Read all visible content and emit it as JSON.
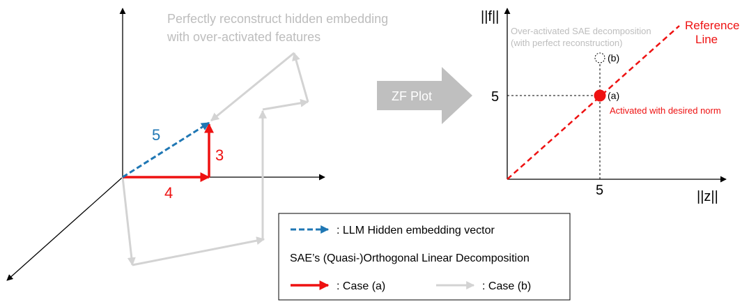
{
  "left_diagram": {
    "gray_caption_line1": "Perfectly reconstruct hidden embedding",
    "gray_caption_line2": "with over-activated features",
    "hidden_norm_label": "5",
    "vertical_component_label": "3",
    "horizontal_component_label": "4"
  },
  "middle_arrow": {
    "label": "ZF Plot"
  },
  "right_plot": {
    "y_axis_label": "||f||",
    "x_axis_label": "||z||",
    "y_tick_label": "5",
    "x_tick_label": "5",
    "reference_line_label_line1": "Reference",
    "reference_line_label_line2": "Line",
    "over_activated_caption_line1": "Over-activated SAE decomposition",
    "over_activated_caption_line2": "(with perfect reconstruction)",
    "point_b_label": "(b)",
    "point_a_label": "(a)",
    "point_a_caption": "Activated with desired norm"
  },
  "legend": {
    "hidden_embedding_label": ": LLM Hidden embedding vector",
    "decomposition_title": "SAE’s (Quasi-)Orthogonal Linear Decomposition",
    "case_a_label": ": Case (a)",
    "case_b_label": ": Case (b)"
  },
  "colors": {
    "blue": "#1f77b4",
    "red": "#ee1111",
    "gray": "#d3d3d3",
    "gray_text": "#bdbdbd",
    "middle_arrow": "#bfbfbf"
  }
}
